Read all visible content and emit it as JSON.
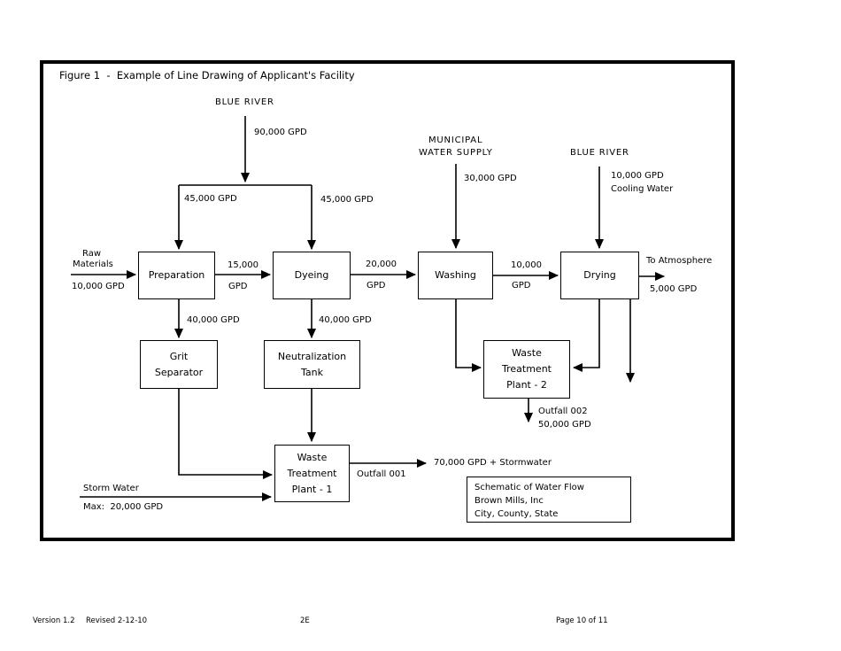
{
  "document": {
    "title": "Figure 1  -  Example of Line Drawing of Applicant's Facility",
    "footer": {
      "version": "Version 1.2",
      "revised": "Revised 2-12-10",
      "section": "2E",
      "page": "Page 10 of 11"
    }
  },
  "diagram": {
    "boxes": {
      "preparation": {
        "label": "Preparation"
      },
      "dyeing": {
        "label": "Dyeing"
      },
      "washing": {
        "label": "Washing"
      },
      "drying": {
        "label": "Drying"
      },
      "grit_separator": {
        "lines": [
          "Grit",
          "Separator"
        ]
      },
      "neutralization_tank": {
        "lines": [
          "Neutralization",
          "Tank"
        ]
      },
      "wtp2": {
        "lines": [
          "Waste",
          "Treatment",
          "Plant - 2"
        ]
      },
      "wtp1": {
        "lines": [
          "Waste",
          "Treatment",
          "Plant - 1"
        ]
      },
      "legend": {
        "lines": [
          "Schematic of Water Flow",
          "Brown Mills, Inc",
          "City, County, State"
        ]
      }
    },
    "labels": {
      "blue_river_left": "BLUE RIVER",
      "blue_river_feed": "90,000 GPD",
      "split_left": "45,000 GPD",
      "split_right": "45,000 GPD",
      "raw_1": "Raw",
      "raw_2": "Materials",
      "raw_flow": "10,000 GPD",
      "prep_to_dye_flow": "15,000",
      "prep_to_dye_unit": "GPD",
      "dye_to_wash_flow": "20,000",
      "dye_to_wash_unit": "GPD",
      "municipal_1": "MUNICIPAL",
      "municipal_2": "WATER SUPPLY",
      "municipal_flow": "30,000 GPD",
      "blue_river_right": "BLUE RIVER",
      "cooling_flow": "10,000 GPD",
      "cooling_label": "Cooling Water",
      "wash_to_dry_flow": "10,000",
      "wash_to_dry_unit": "GPD",
      "atmosphere": "To Atmosphere",
      "atmosphere_flow": "5,000 GPD",
      "prep_waste_flow": "40,000 GPD",
      "dye_waste_flow": "40,000 GPD",
      "outfall_002": "Outfall 002",
      "outfall_002_flow": "50,000 GPD",
      "outfall_001": "Outfall 001",
      "outfall_001_flow": "70,000 GPD + Stormwater",
      "storm_water": "Storm Water",
      "storm_water_max": "Max:  20,000 GPD"
    }
  }
}
